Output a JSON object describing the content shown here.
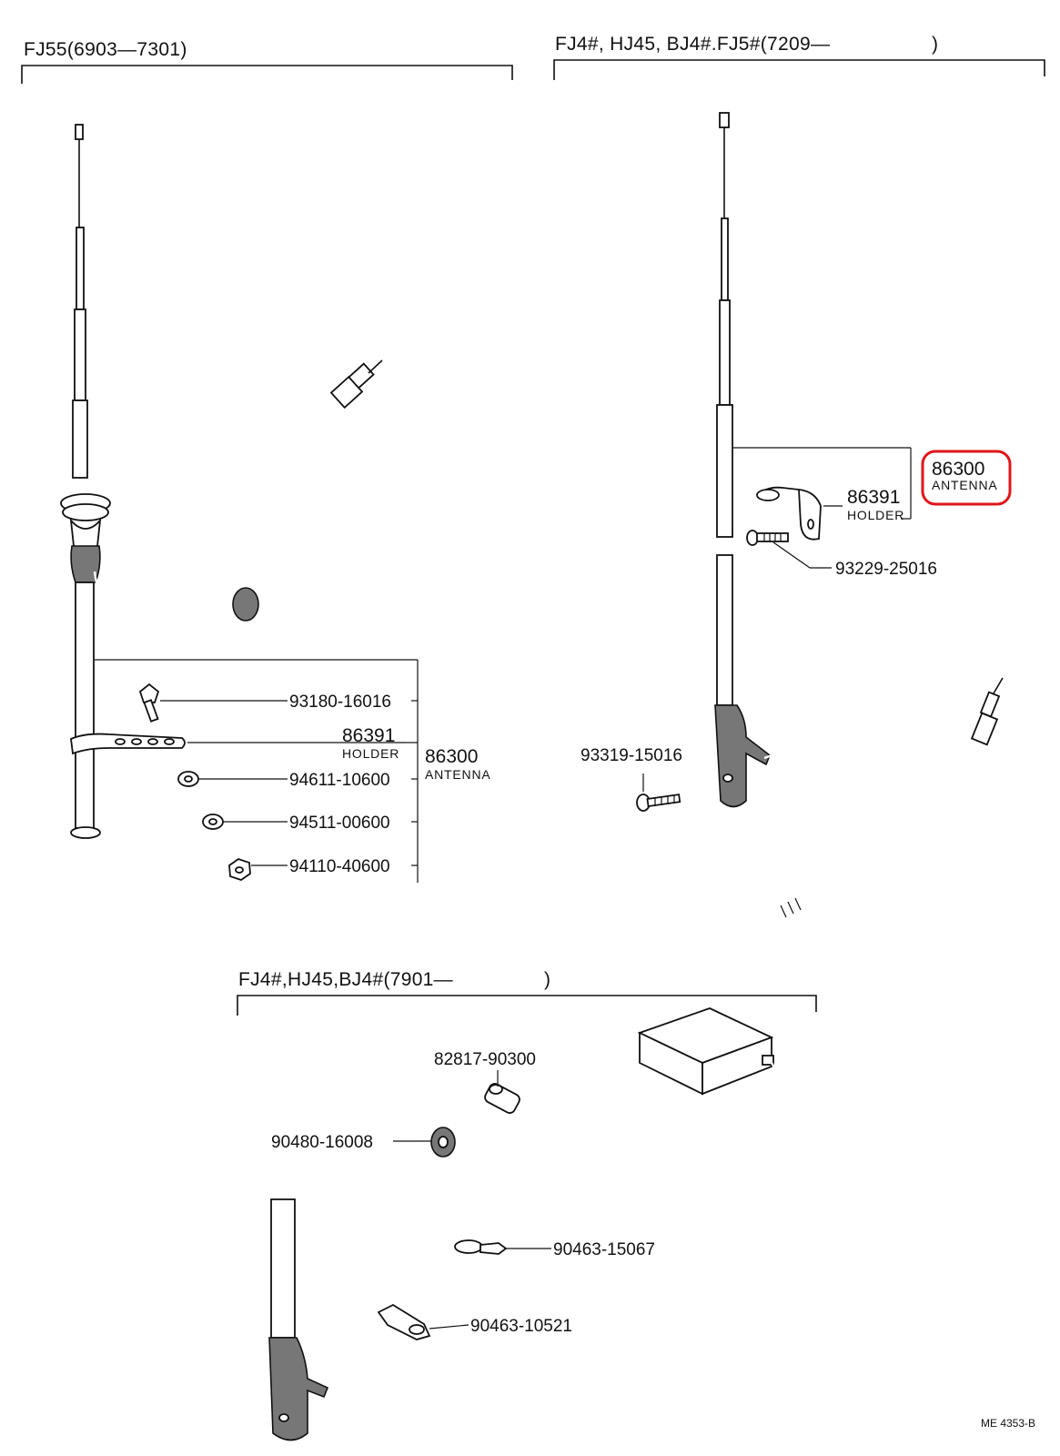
{
  "sections": {
    "top_left": {
      "header": "FJ55(6903—7301)",
      "parts": {
        "p93180": "93180-16016",
        "p86391": "86391",
        "p86391_name": "HOLDER",
        "p86300": "86300",
        "p86300_name": "ANTENNA",
        "p94611": "94611-10600",
        "p94511": "94511-00600",
        "p94110": "94110-40600"
      }
    },
    "top_right": {
      "header": "FJ4#, HJ45, BJ4#.FJ5#(7209—",
      "header_end": ")",
      "parts": {
        "p86300": "86300",
        "p86300_name": "ANTENNA",
        "p86391": "86391",
        "p86391_name": "HOLDER",
        "p93229": "93229-25016",
        "p93319": "93319-15016"
      },
      "highlight_color": "#e0161b"
    },
    "bottom": {
      "header": "FJ4#,HJ45,BJ4#(7901—",
      "header_end": ")",
      "parts": {
        "p82817": "82817-90300",
        "p90480": "90480-16008",
        "p90463a": "90463-15067",
        "p90463b": "90463-10521"
      }
    }
  },
  "figure_ref": "ME 4353-B"
}
